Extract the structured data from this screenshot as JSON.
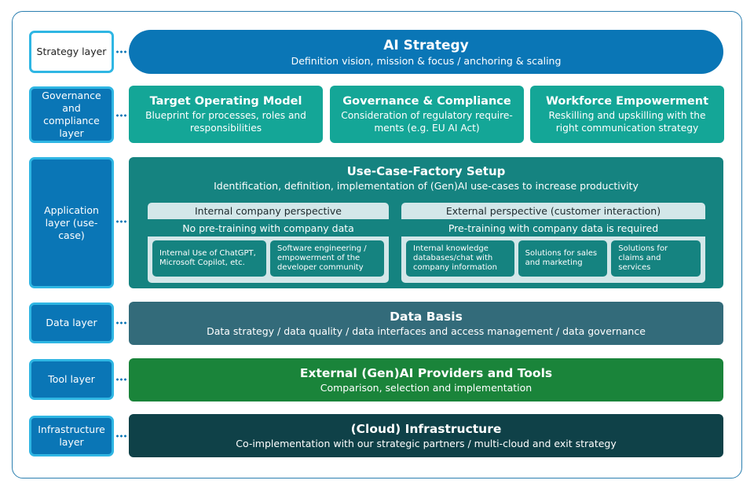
{
  "layers": {
    "strategy": {
      "label": "Strategy layer"
    },
    "governance": {
      "label": "Governance and compliance layer"
    },
    "application": {
      "label": "Application layer (use-case)"
    },
    "data": {
      "label": "Data layer"
    },
    "tool": {
      "label": "Tool layer"
    },
    "infrastructure": {
      "label": "Infrastructure layer"
    }
  },
  "strategy": {
    "title": "AI Strategy",
    "subtitle": "Definition vision, mission & focus / anchoring & scaling"
  },
  "governance": {
    "cards": [
      {
        "title": "Target Operating Model",
        "subtitle": "Blueprint for processes, roles and responsibilities"
      },
      {
        "title": "Governance & Compliance",
        "subtitle": "Consideration of regulatory require-ments (e.g. EU AI Act)"
      },
      {
        "title": "Workforce Empowerment",
        "subtitle": "Reskilling and upskilling with the right communication strategy"
      }
    ]
  },
  "application": {
    "title": "Use-Case-Factory Setup",
    "subtitle": "Identification, definition, implementation of (Gen)AI use-cases to increase productivity",
    "internal": {
      "heading": "Internal company perspective",
      "subheading": "No pre-training with company data",
      "items": [
        "Internal Use of ChatGPT, Microsoft Copilot, etc.",
        "Software engineering / empowerment of the developer community"
      ]
    },
    "external": {
      "heading": "External perspective (customer interaction)",
      "subheading": "Pre-training with company data is required",
      "items": [
        "Internal knowledge databases/chat with company information",
        "Solutions for sales and marketing",
        "Solutions for claims and services"
      ]
    }
  },
  "data": {
    "title": "Data Basis",
    "subtitle": "Data strategy / data quality / data interfaces and access management / data governance"
  },
  "tool": {
    "title": "External (Gen)AI Providers and Tools",
    "subtitle": "Comparison, selection and implementation"
  },
  "infrastructure": {
    "title": "(Cloud) Infrastructure",
    "subtitle": "Co-implementation with our strategic partners / multi-cloud and exit strategy"
  },
  "colors": {
    "primary_blue": "#0a76b6",
    "label_border": "#2fb6e3",
    "governance_teal": "#14a697",
    "application_teal": "#158380",
    "data_slate": "#336b7a",
    "tool_green": "#1a843a",
    "infra_dark": "#0f4148"
  }
}
